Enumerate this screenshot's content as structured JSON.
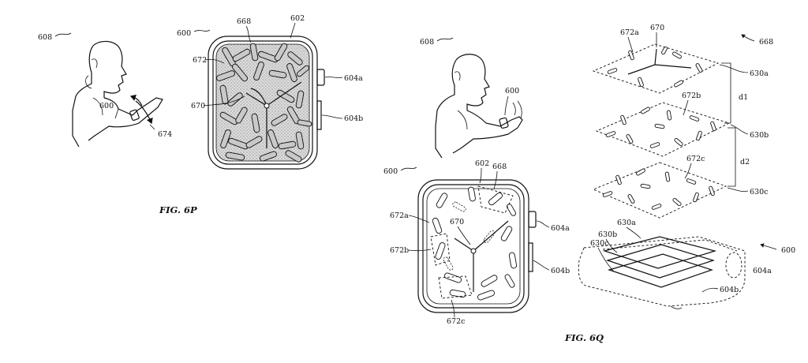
{
  "figures": {
    "fig_6p": {
      "caption": "FIG. 6P",
      "labels": {
        "user": "608",
        "watch_left": "600",
        "watch_face": "600",
        "rotation": "674",
        "display": "602",
        "elements": "668",
        "element": "672",
        "hands": "670",
        "crown": "604a",
        "button": "604b"
      }
    },
    "fig_6q": {
      "caption": "FIG. 6Q",
      "labels": {
        "user": "608",
        "watch_wrist": "600",
        "watch_face": "600",
        "display": "602",
        "elements": "668",
        "elem_a": "672a",
        "elem_b": "672b",
        "elem_c": "672c",
        "hands": "670",
        "crown": "604a",
        "button": "604b",
        "layers_group": "668",
        "layer_a_elem": "672a",
        "layer_b_elem": "672b",
        "layer_c_elem": "672c",
        "layer_hands": "670",
        "layer_a": "630a",
        "layer_b": "630b",
        "layer_c": "630c",
        "dist_1": "d1",
        "dist_2": "d2",
        "device": "600",
        "dev_layer_a": "630a",
        "dev_layer_b": "630b",
        "dev_layer_c": "630c",
        "dev_crown": "604a",
        "dev_button": "604b"
      }
    }
  }
}
